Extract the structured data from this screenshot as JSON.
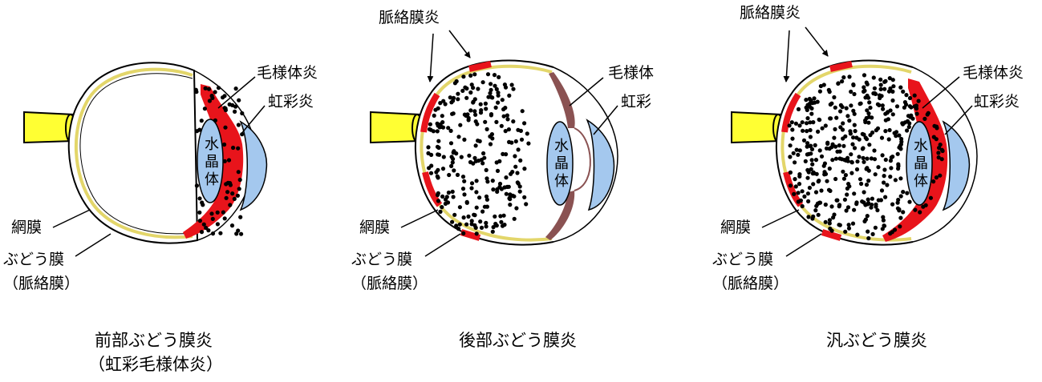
{
  "colors": {
    "optic_nerve": "#ffff33",
    "lens": "#a4c8ee",
    "inflammation": "#e8141b",
    "dots": "#000000",
    "ciliary": "#8a5252",
    "retina": "#e3d66a"
  },
  "panels": [
    {
      "id": "anterior",
      "labels": {
        "ciliary_inflam": "毛様体炎",
        "iris_inflam": "虹彩炎",
        "lens": [
          "水",
          "晶",
          "体"
        ],
        "retina": "網膜",
        "uvea": "ぶどう膜",
        "choroid_paren": "（脈絡膜）"
      },
      "caption": [
        "前部ぶどう膜炎",
        "（虹彩毛様体炎）"
      ]
    },
    {
      "id": "posterior",
      "labels": {
        "choroiditis": "脈絡膜炎",
        "ciliary": "毛様体",
        "iris": "虹彩",
        "lens": [
          "水",
          "晶",
          "体"
        ],
        "retina": "網膜",
        "uvea": "ぶどう膜",
        "choroid_paren": "（脈絡膜）"
      },
      "caption": [
        "後部ぶどう膜炎"
      ]
    },
    {
      "id": "pan",
      "labels": {
        "choroiditis": "脈絡膜炎",
        "ciliary_inflam": "毛様体炎",
        "iris_inflam": "虹彩炎",
        "lens": [
          "水",
          "晶",
          "体"
        ],
        "retina": "網膜",
        "uvea": "ぶどう膜",
        "choroid_paren": "（脈絡膜）"
      },
      "caption": [
        "汎ぶどう膜炎"
      ]
    }
  ]
}
